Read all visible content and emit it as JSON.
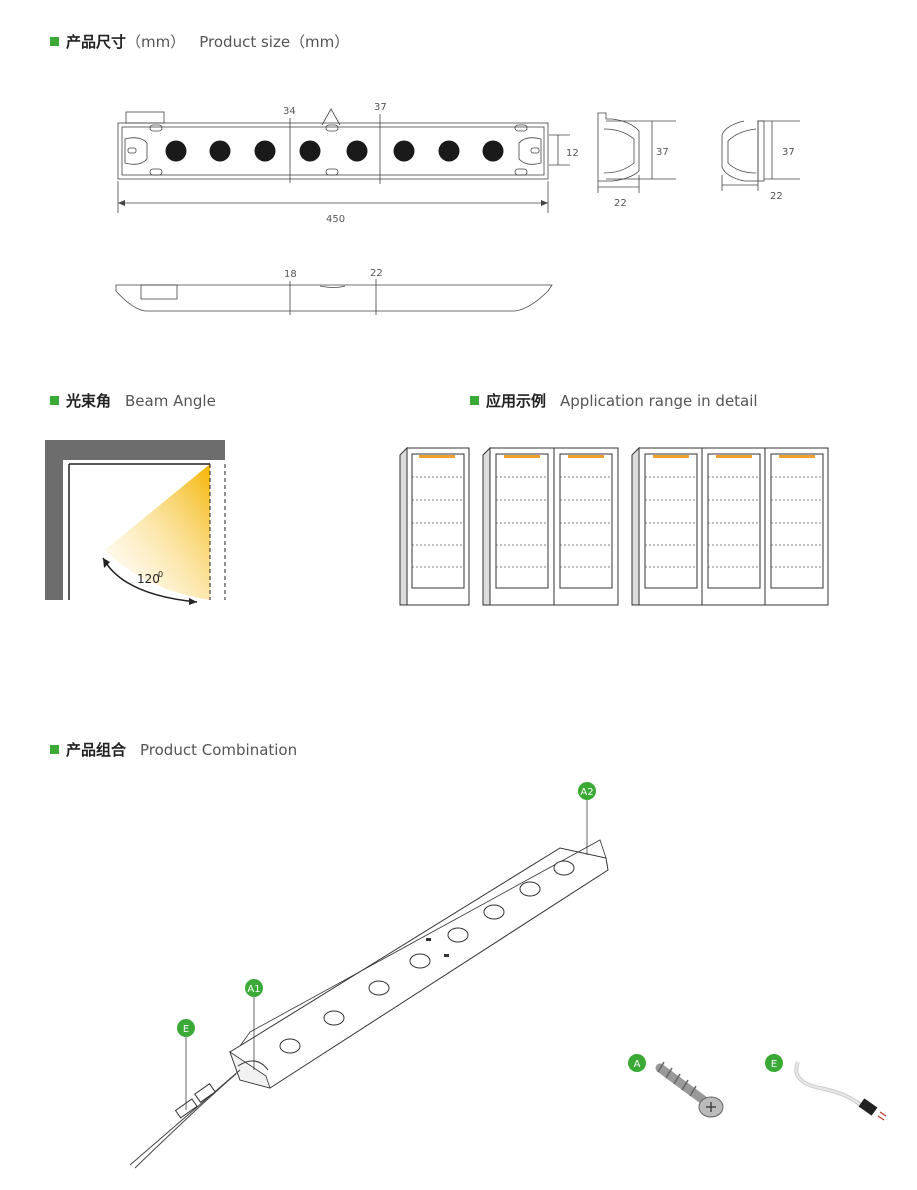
{
  "sections": {
    "size": {
      "cn": "产品尺寸",
      "en_paren": "（mm）",
      "en": "Product size（mm）"
    },
    "beam": {
      "cn": "光束角",
      "en": "Beam Angle"
    },
    "application": {
      "cn": "应用示例",
      "en": "Application range in detail"
    },
    "combination": {
      "cn": "产品组合",
      "en": "Product Combination"
    }
  },
  "dimensions": {
    "front": {
      "d34": "34",
      "d37": "37",
      "d12": "12",
      "d450": "450"
    },
    "side1": {
      "h": "37",
      "w": "22"
    },
    "side2": {
      "h": "37",
      "w": "22"
    },
    "top": {
      "d18": "18",
      "d22": "22"
    }
  },
  "beam_angle": {
    "label": "120",
    "sup": "0"
  },
  "badges": {
    "a2": "A2",
    "a1": "A1",
    "e_left": "E",
    "a": "A",
    "e_right": "E"
  },
  "colors": {
    "accent_green": "#3aa935",
    "led_orange": "#f0a030",
    "beam_yellow": "#f4b400"
  }
}
